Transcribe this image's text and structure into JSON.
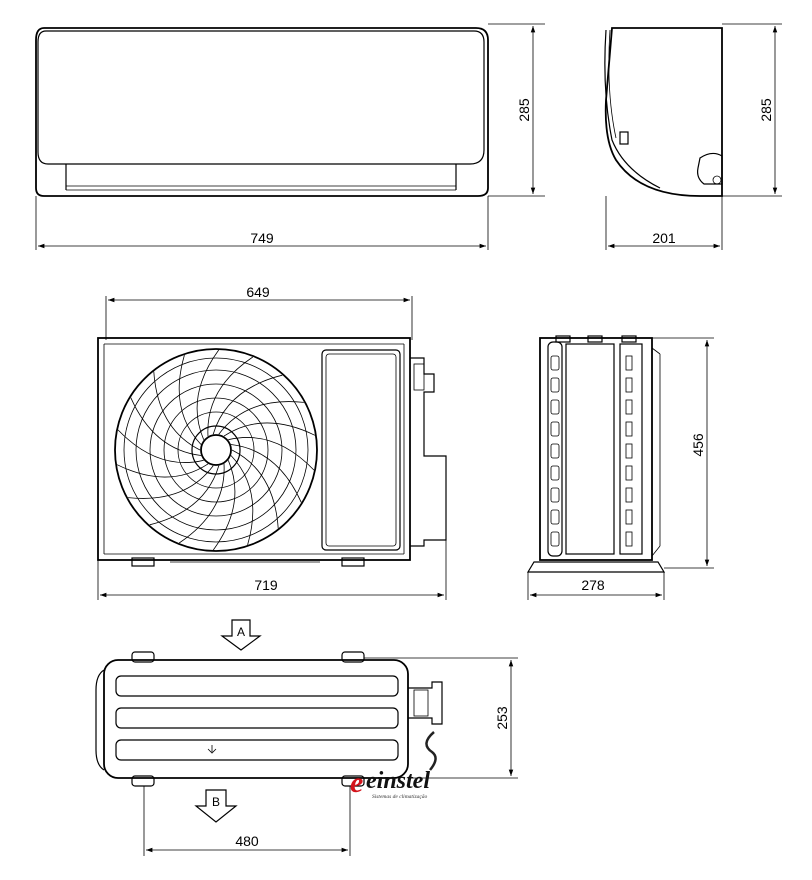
{
  "dimensions": {
    "indoor_height": "285",
    "indoor_side_height": "285",
    "indoor_width": "749",
    "indoor_depth": "201",
    "outdoor_top_width": "649",
    "outdoor_width": "719",
    "outdoor_height": "456",
    "outdoor_depth": "278",
    "outdoor_plan_depth": "253",
    "outdoor_foot_span": "480"
  },
  "labels": {
    "airflow_in": "A",
    "airflow_out": "B"
  },
  "logo": {
    "brand": "einstel",
    "tagline": "Sistemas de climatização"
  },
  "colors": {
    "line": "#000000",
    "logo_accent": "#d4141c"
  }
}
